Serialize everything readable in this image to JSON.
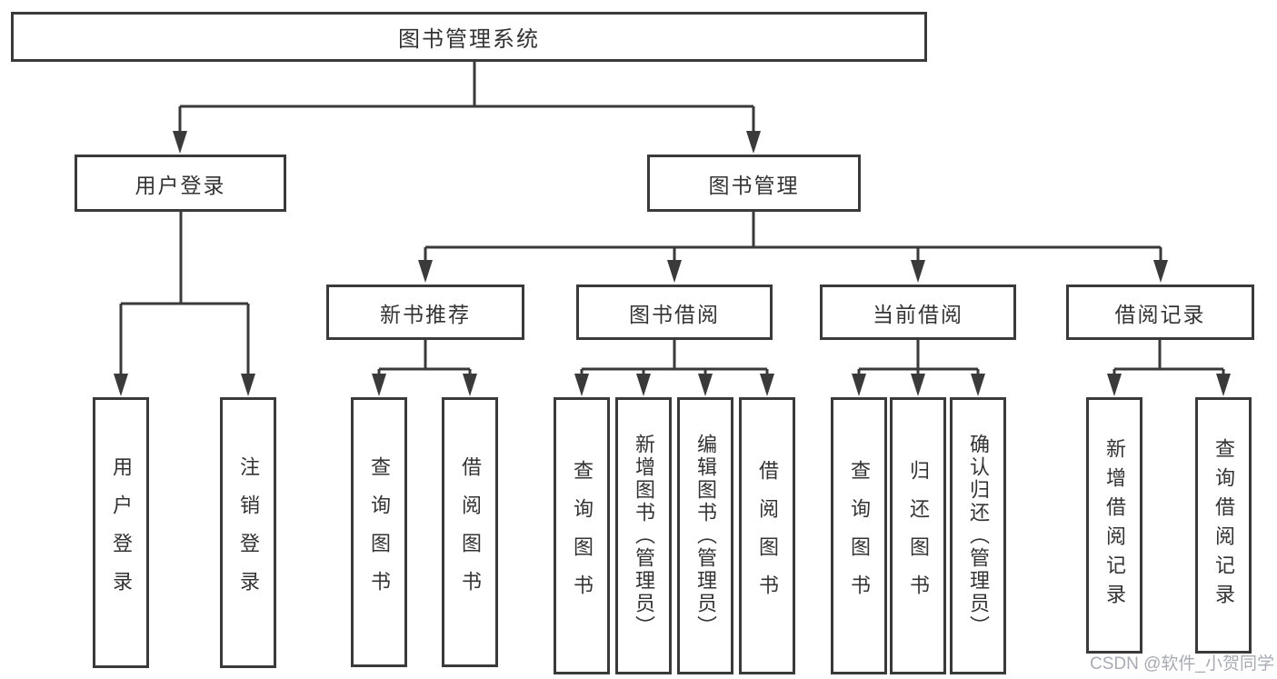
{
  "root": {
    "label": "图书管理系统"
  },
  "level2": [
    {
      "label": "用户登录"
    },
    {
      "label": "图书管理"
    }
  ],
  "level3": [
    {
      "label": "新书推荐"
    },
    {
      "label": "图书借阅"
    },
    {
      "label": "当前借阅"
    },
    {
      "label": "借阅记录"
    }
  ],
  "level4": [
    {
      "label": "用户登录"
    },
    {
      "label": "注销登录"
    },
    {
      "label": "查询图书"
    },
    {
      "label": "借阅图书"
    },
    {
      "label": "查询图书"
    },
    {
      "label": "新增图书（管理员）"
    },
    {
      "label": "编辑图书（管理员）"
    },
    {
      "label": "借阅图书"
    },
    {
      "label": "查询图书"
    },
    {
      "label": "归还图书"
    },
    {
      "label": "确认归还（管理员）"
    },
    {
      "label": "新增借阅记录"
    },
    {
      "label": "查询借阅记录"
    }
  ],
  "watermark": "CSDN @软件_小贺同学",
  "colors": {
    "line": "#3a3a3a",
    "box_border": "#3a3a3a",
    "text": "#333333",
    "watermark": "#a8aab4",
    "background": "#ffffff"
  }
}
